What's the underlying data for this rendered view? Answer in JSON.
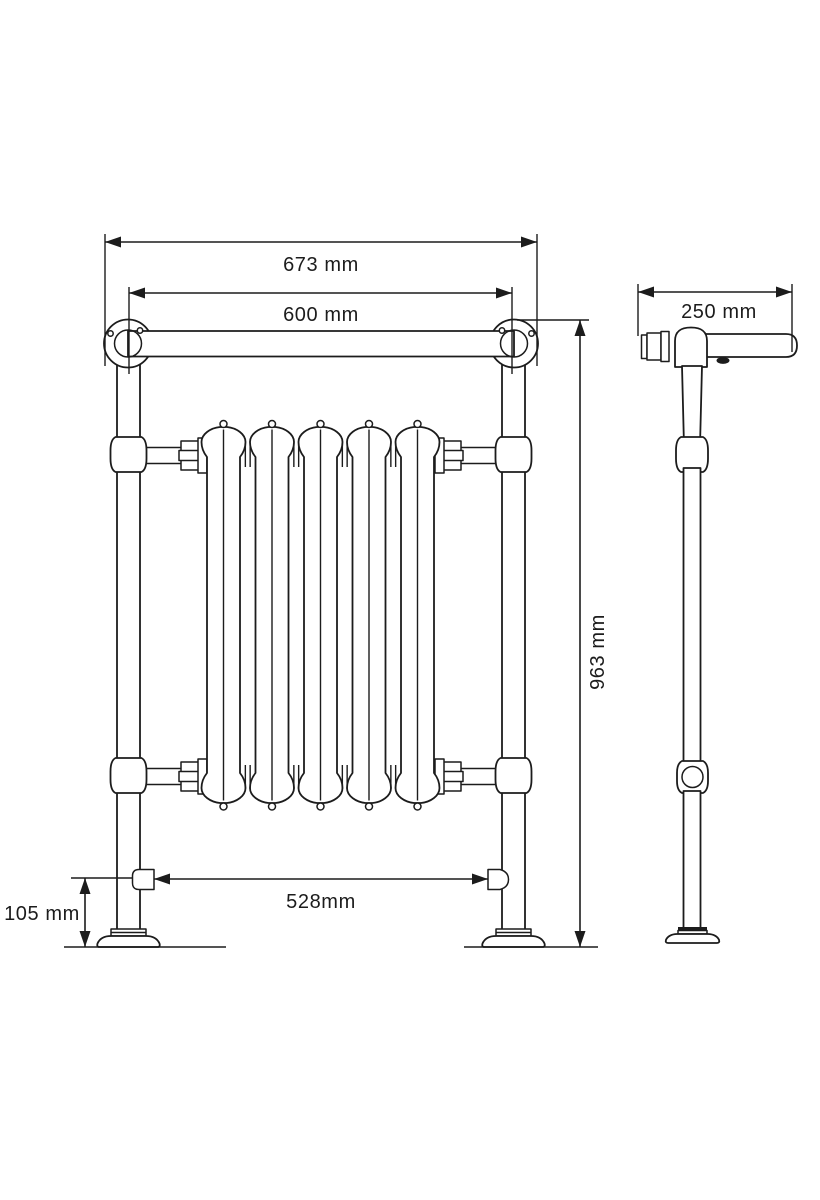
{
  "page": {
    "background_color": "#ffffff",
    "line_color": "#1c1c1c",
    "text_color": "#1c1c1c"
  },
  "diagram": {
    "type": "technical-dimension-drawing",
    "subject": "traditional towel rail radiator, front and side elevation",
    "front_view": {
      "overall_width_label": "673 mm",
      "rail_width_label": "600 mm",
      "overall_height_label": "963 mm",
      "valve_spacing_label": "528mm",
      "valve_height_label": "105 mm"
    },
    "side_view": {
      "depth_label": "250 mm"
    }
  }
}
